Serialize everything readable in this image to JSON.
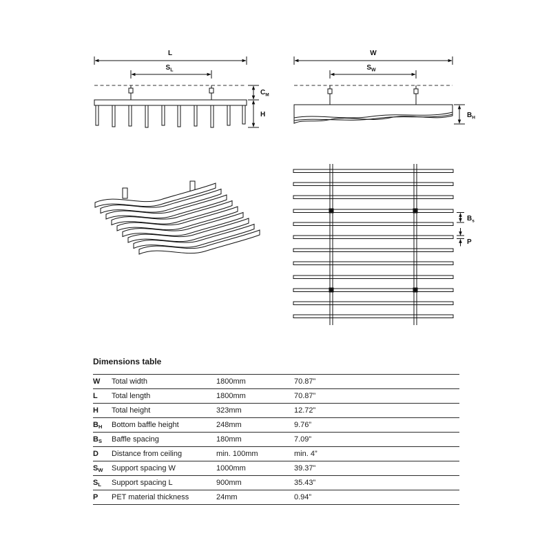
{
  "diagram_labels": {
    "L": "L",
    "S": "S",
    "sub_L": "L",
    "C": "C",
    "sub_M": "M",
    "H": "H",
    "W": "W",
    "sub_W": "W",
    "B": "B",
    "sub_H": "H",
    "sub_s": "s",
    "P": "P"
  },
  "table": {
    "title": "Dimensions table",
    "rows": [
      {
        "symbol": "W",
        "sub": "",
        "label": "Total width",
        "mm": "1800mm",
        "inch": "70.87”"
      },
      {
        "symbol": "L",
        "sub": "",
        "label": "Total length",
        "mm": "1800mm",
        "inch": "70.87”"
      },
      {
        "symbol": "H",
        "sub": "",
        "label": "Total height",
        "mm": "323mm",
        "inch": "12.72”"
      },
      {
        "symbol": "B",
        "sub": "H",
        "label": "Bottom baffle height",
        "mm": "248mm",
        "inch": "9.76”"
      },
      {
        "symbol": "B",
        "sub": "S",
        "label": "Baffle spacing",
        "mm": "180mm",
        "inch": "7.09”"
      },
      {
        "symbol": "D",
        "sub": "",
        "label": "Distance from ceiling",
        "mm": "min. 100mm",
        "inch": "min. 4”"
      },
      {
        "symbol": "S",
        "sub": "W",
        "label": "Support spacing W",
        "mm": "1000mm",
        "inch": "39.37”"
      },
      {
        "symbol": "S",
        "sub": "L",
        "label": "Support spacing L",
        "mm": "900mm",
        "inch": "35.43”"
      },
      {
        "symbol": "P",
        "sub": "",
        "label": "PET material thickness",
        "mm": "24mm",
        "inch": "0.94”"
      }
    ]
  }
}
